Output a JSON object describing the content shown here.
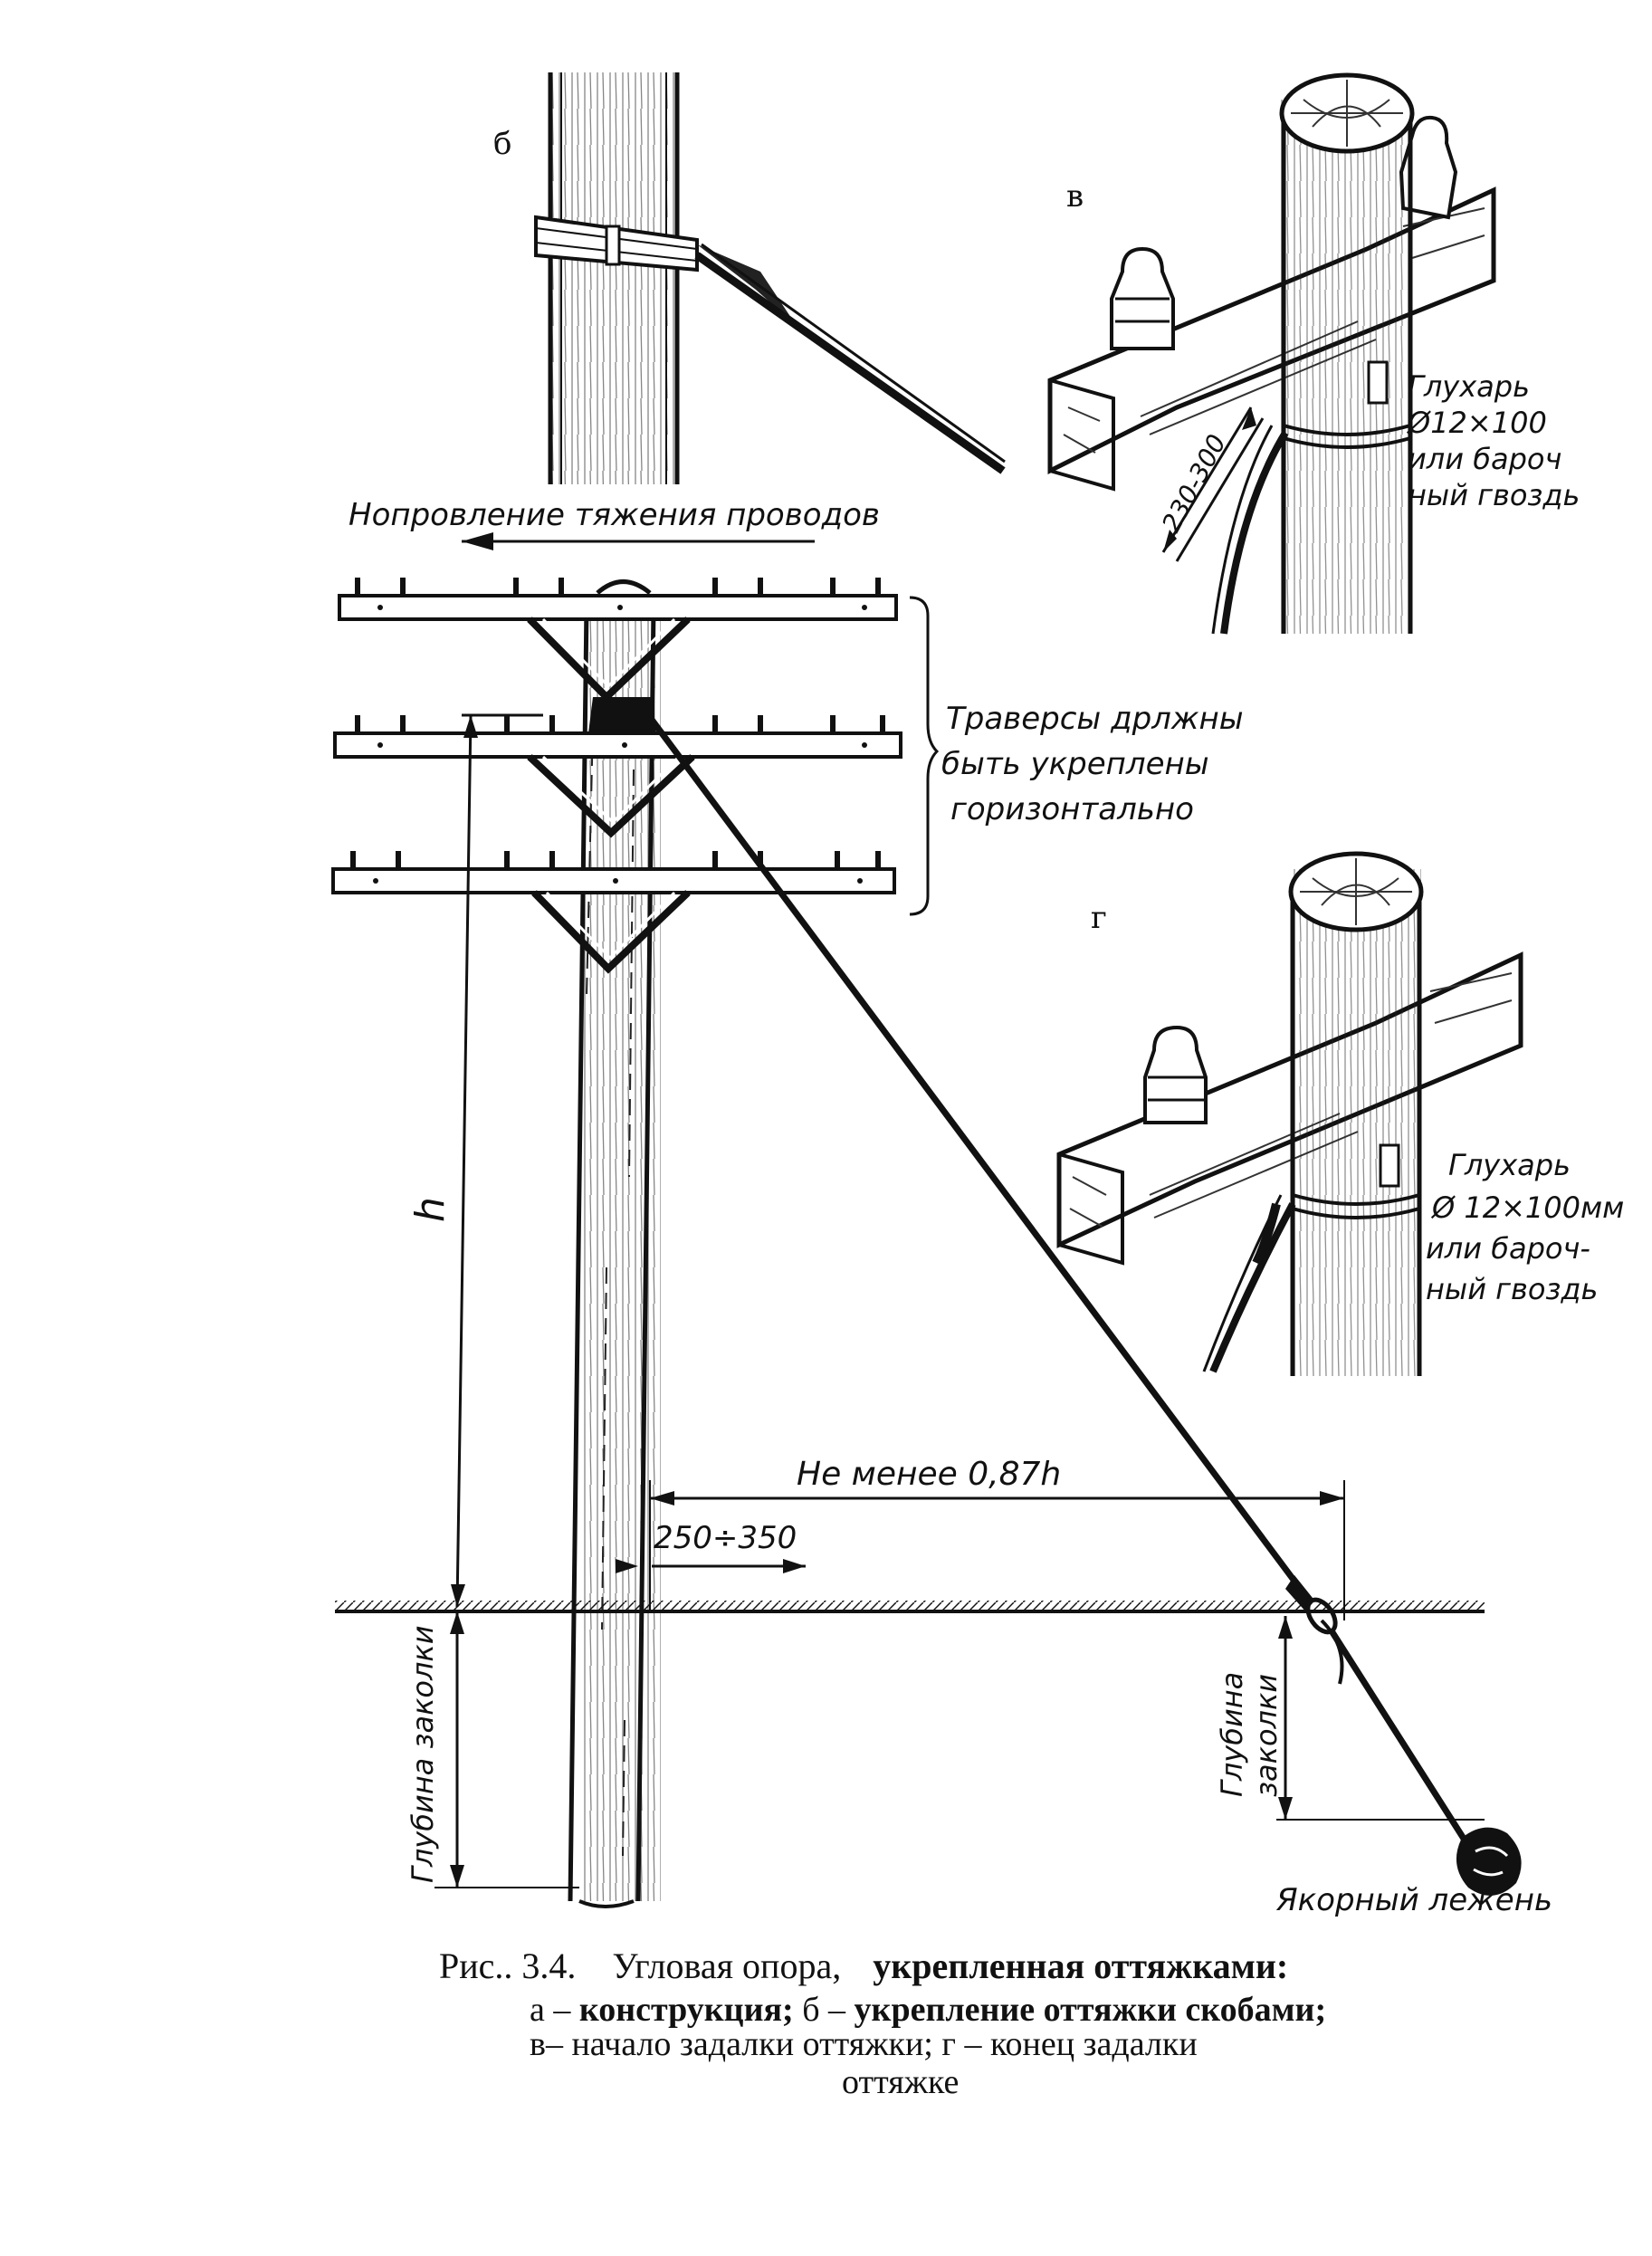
{
  "panel_labels": {
    "b": "б",
    "v": "в",
    "g": "г"
  },
  "labels": {
    "direction": "Нопровление тяжения проводов",
    "traverse": [
      "Траверсы дрлжны",
      "быть укреплены",
      "горизонтально"
    ],
    "gluhar_top": [
      "Глухарь",
      "Ø12×100",
      "или бароч",
      "ный гвоздь"
    ],
    "dim_top": "230-300",
    "gluhar_bottom": [
      "Глухарь",
      "Ø 12×100мм",
      "или бароч-",
      "ный гвоздь"
    ],
    "h": "h",
    "ne_menee": "Не менее 0,87h",
    "dim_250": "250÷350",
    "depth_left": "Глубина заколки",
    "depth_right": [
      "Глубина",
      "заколки"
    ],
    "anchor": "Якорный лежень"
  },
  "caption": {
    "title_prefix": "Рис.. 3.4.",
    "title_normal": "Угловая опора,",
    "title_bold": "укрепленная оттяжками:",
    "line1_normal": "а – ",
    "line1_bold": "конструкция;",
    "line1_rest_normal": " б – ",
    "line1_rest_bold": "укрепление оттяжки скобами;",
    "line2_normal": "в– начало задалки оттяжки;  г – конец задалки",
    "line3_normal": "оттяжке"
  }
}
